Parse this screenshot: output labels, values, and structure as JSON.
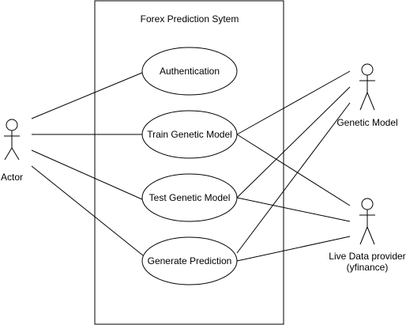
{
  "system": {
    "title": "Forex Prediction Sytem"
  },
  "actors": {
    "user": "Actor",
    "genetic_model": "Genetic Model",
    "data_provider_line1": "Live Data provider",
    "data_provider_line2": "(yfinance)"
  },
  "use_cases": {
    "authentication": "Authentication",
    "train": "Train Genetic Model",
    "test": "Test Genetic Model",
    "predict": "Generate Prediction"
  },
  "colors": {
    "stroke": "#000000",
    "fill": "#ffffff"
  }
}
